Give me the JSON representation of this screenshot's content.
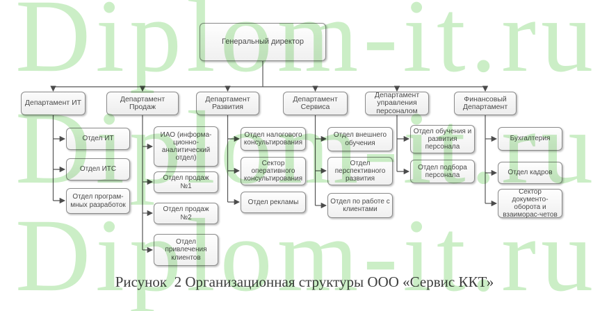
{
  "watermark": {
    "text": "Diplom-it.ru",
    "color": "#cbeec6"
  },
  "caption": {
    "text": "Рисунок  2 Организационная структуры ООО «Сервис ККТ»"
  },
  "colors": {
    "box_border": "#8a8a8a",
    "box_text": "#4a4a4a",
    "connector": "#555555",
    "watermark_green": "#cbeec6"
  },
  "org": {
    "root_label": "Генеральный директор",
    "departments": [
      {
        "label": "Департамент ИТ",
        "children": [
          "Отдел ИТ",
          "Отдел ИТС",
          "Отдел програм-мных разработок"
        ]
      },
      {
        "label": "Департамент Продаж",
        "children": [
          "ИАО (информа-ционно-аналитический отдел)",
          "Отдел продаж №1",
          "Отдел продаж №2",
          "Отдел привлечения клиентов"
        ]
      },
      {
        "label": "Департамент Развития",
        "children": [
          "Отдел налогового консультирования",
          "Сектор оперативного консультирования",
          "Отдел рекламы"
        ]
      },
      {
        "label": "Департамент Сервиса",
        "children": [
          "Отдел внешнего обучения",
          "Отдел перспективного развития",
          "Отдел по работе с клиентами"
        ]
      },
      {
        "label": "Департамент управления персоналом",
        "children": [
          "Отдел обучения и развития персонала",
          "Отдел подбора персонала"
        ]
      },
      {
        "label": "Финансовый Департамент",
        "children": [
          "Бухгалтерия",
          "Отдел кадров",
          "Сектор документо-оборота и взаиморас-четов"
        ]
      }
    ]
  }
}
